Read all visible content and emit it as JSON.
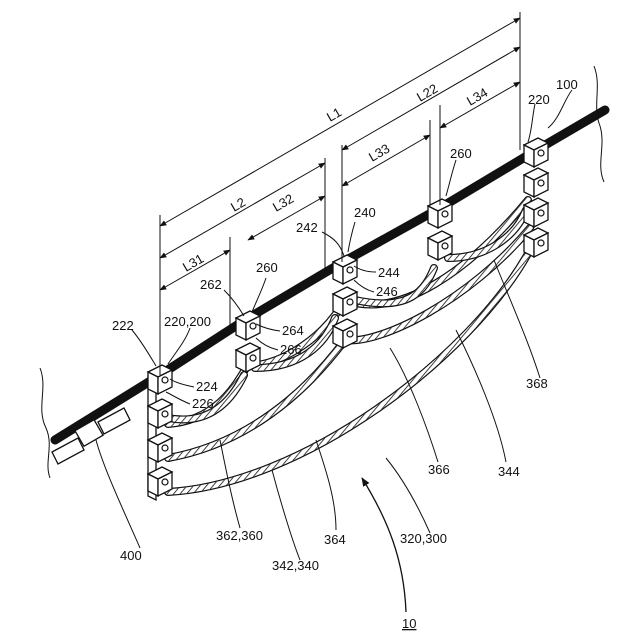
{
  "figure": {
    "dimension_labels": {
      "L1": "L1",
      "L2": "L2",
      "L22": "L22",
      "L31": "L31",
      "L32": "L32",
      "L33": "L33",
      "L34": "L34"
    },
    "reference_labels": {
      "r100": "100",
      "r220": "220",
      "r220_200": "220,200",
      "r222": "222",
      "r224": "224",
      "r226": "226",
      "r240": "240",
      "r242": "242",
      "r244": "244",
      "r246": "246",
      "r260a": "260",
      "r260b": "260",
      "r262": "262",
      "r264": "264",
      "r266": "266",
      "r320_300": "320,300",
      "r342_340": "342,340",
      "r344": "344",
      "r362_360": "362,360",
      "r364": "364",
      "r366": "366",
      "r368": "368",
      "r400": "400"
    },
    "figure_number": "10"
  }
}
